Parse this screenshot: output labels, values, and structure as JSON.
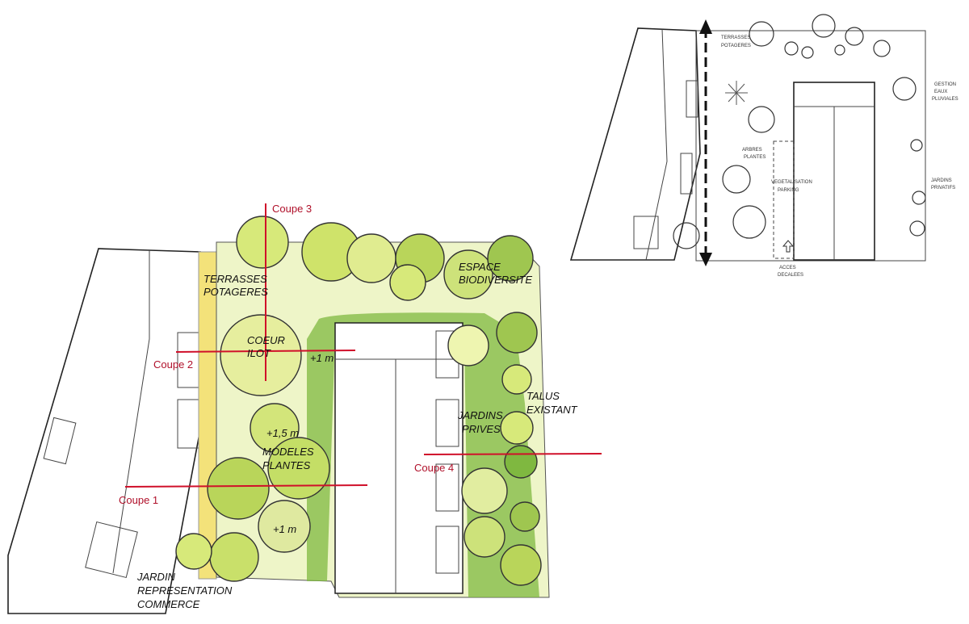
{
  "main_plan": {
    "labels": {
      "terrasses": "TERRASSES",
      "potageres": "POTAGERES",
      "espace": "ESPACE",
      "biodiversite": "BIODIVERSITE",
      "coeur": "COEUR",
      "ilot": "ILOT",
      "plus1m_a": "+1 m",
      "plus15m": "+1,5 m",
      "modeles": "MODELES",
      "plantes": "PLANTES",
      "plus1m_b": "+1 m",
      "talus": "TALUS",
      "existant": "EXISTANT",
      "jardins": "JARDINS",
      "prives": "PRIVES",
      "jardin": "JARDIN",
      "representation": "REPRESENTATION",
      "commerce": "COMMERCE"
    },
    "sections": {
      "coupe1": "Coupe 1",
      "coupe2": "Coupe 2",
      "coupe3": "Coupe 3",
      "coupe4": "Coupe 4"
    },
    "colors": {
      "section_line": "#d0102a",
      "yellow_strip": "#f3e27a",
      "tree_light": "#cfe36a",
      "tree_dark": "#5f9a2c"
    }
  },
  "sketch_plan": {
    "labels": {
      "terrasses": "TERRASSES",
      "potageres": "POTAGERES",
      "gestion": "GESTION",
      "eaux": "EAUX",
      "pluviales": "PLUVIALES",
      "arbres": "ARBRES",
      "plantes": "PLANTES",
      "vegetalisation": "VEGETALISATION",
      "parking": "PARKING",
      "jardins": "JARDINS",
      "privatifs": "PRIVATIFS",
      "acces": "ACCES",
      "desaxees": "DECALEES"
    }
  }
}
